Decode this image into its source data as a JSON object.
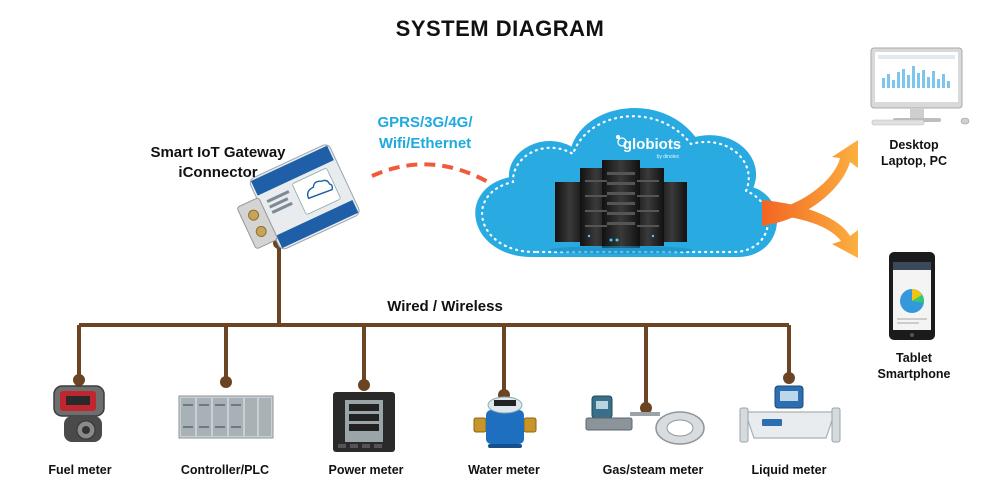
{
  "title": "SYSTEM DIAGRAM",
  "gateway": {
    "line1": "Smart IoT Gateway",
    "line2": "iConnector"
  },
  "connection": {
    "line1": "GPRS/3G/4G/",
    "line2": "Wifi/Ethernet"
  },
  "cloud": {
    "brand": "globiots",
    "sub": "by dinotec"
  },
  "bus_label": "Wired / Wireless",
  "clients": [
    {
      "line1": "Desktop",
      "line2": "Laptop, PC"
    },
    {
      "line1": "Tablet",
      "line2": "Smartphone"
    }
  ],
  "devices": [
    {
      "label": "Fuel meter"
    },
    {
      "label": "Controller/PLC"
    },
    {
      "label": "Power meter"
    },
    {
      "label": "Water meter"
    },
    {
      "label": "Gas/steam meter"
    },
    {
      "label": "Liquid meter"
    }
  ],
  "colors": {
    "wire": "#6b4423",
    "cloud": "#29abe2",
    "dash": "#f05a3a",
    "arrow": "#f7941d",
    "connection_text": "#1eaadf"
  }
}
